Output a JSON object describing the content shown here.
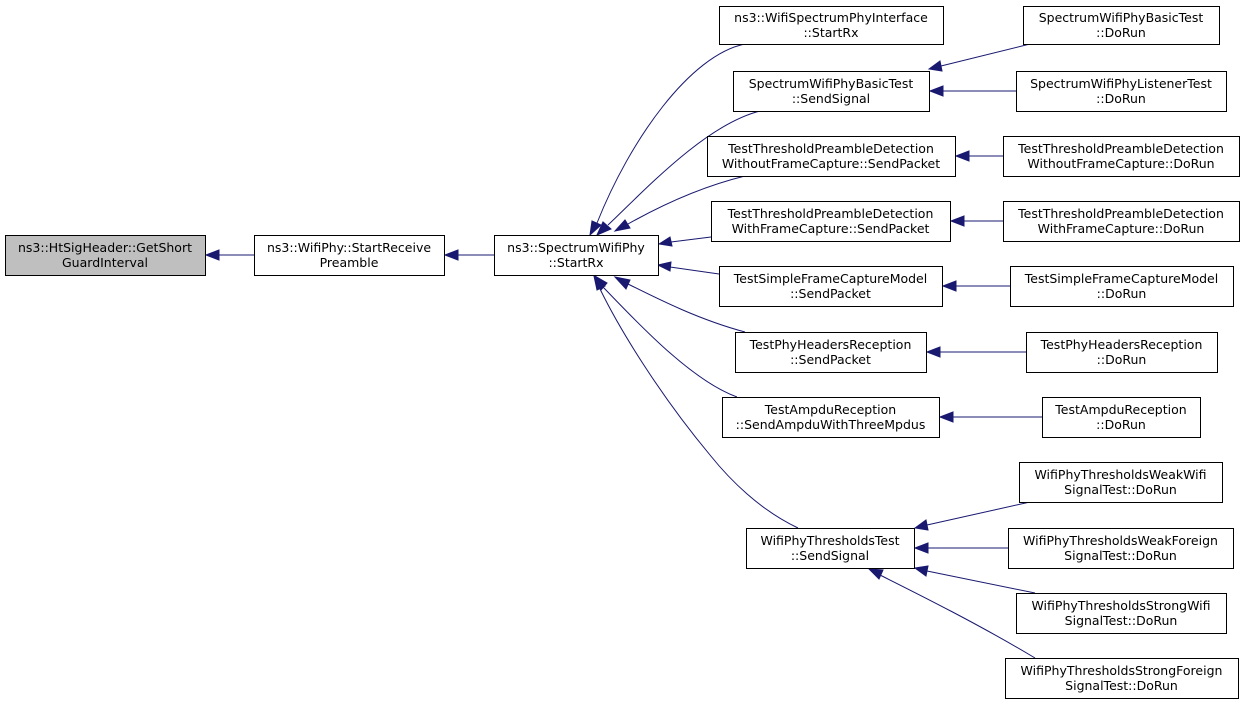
{
  "nodes": [
    {
      "id": "gethsig",
      "lines": [
        "ns3::HtSigHeader::GetShort",
        "GuardInterval"
      ],
      "root": true
    },
    {
      "id": "startrecvpreamble",
      "lines": [
        "ns3::WifiPhy::StartReceive",
        "Preamble"
      ]
    },
    {
      "id": "spectrumstartrx",
      "lines": [
        "ns3::SpectrumWifiPhy",
        "::StartRx"
      ]
    },
    {
      "id": "ifacestartrx",
      "lines": [
        "ns3::WifiSpectrumPhyInterface",
        "::StartRx"
      ]
    },
    {
      "id": "basicsendsignal",
      "lines": [
        "SpectrumWifiPhyBasicTest",
        "::SendSignal"
      ]
    },
    {
      "id": "basicdorun",
      "lines": [
        "SpectrumWifiPhyBasicTest",
        "::DoRun"
      ]
    },
    {
      "id": "listenerdorun",
      "lines": [
        "SpectrumWifiPhyListenerTest",
        "::DoRun"
      ]
    },
    {
      "id": "tpdwofcsend",
      "lines": [
        "TestThresholdPreambleDetection",
        "WithoutFrameCapture::SendPacket"
      ]
    },
    {
      "id": "tpdwofcdorun",
      "lines": [
        "TestThresholdPreambleDetection",
        "WithoutFrameCapture::DoRun"
      ]
    },
    {
      "id": "tpdwfcsend",
      "lines": [
        "TestThresholdPreambleDetection",
        "WithFrameCapture::SendPacket"
      ]
    },
    {
      "id": "tpdwfcdorun",
      "lines": [
        "TestThresholdPreambleDetection",
        "WithFrameCapture::DoRun"
      ]
    },
    {
      "id": "simplefcsend",
      "lines": [
        "TestSimpleFrameCaptureModel",
        "::SendPacket"
      ]
    },
    {
      "id": "simplefcdorun",
      "lines": [
        "TestSimpleFrameCaptureModel",
        "::DoRun"
      ]
    },
    {
      "id": "phyhdrsend",
      "lines": [
        "TestPhyHeadersReception",
        "::SendPacket"
      ]
    },
    {
      "id": "phyhdrdorun",
      "lines": [
        "TestPhyHeadersReception",
        "::DoRun"
      ]
    },
    {
      "id": "ampdusend",
      "lines": [
        "TestAmpduReception",
        "::SendAmpduWithThreeMpdus"
      ]
    },
    {
      "id": "ampdudorun",
      "lines": [
        "TestAmpduReception",
        "::DoRun"
      ]
    },
    {
      "id": "thrsendsignal",
      "lines": [
        "WifiPhyThresholdsTest",
        "::SendSignal"
      ]
    },
    {
      "id": "weakwifi",
      "lines": [
        "WifiPhyThresholdsWeakWifi",
        "SignalTest::DoRun"
      ]
    },
    {
      "id": "weakforeign",
      "lines": [
        "WifiPhyThresholdsWeakForeign",
        "SignalTest::DoRun"
      ]
    },
    {
      "id": "strongwifi",
      "lines": [
        "WifiPhyThresholdsStrongWifi",
        "SignalTest::DoRun"
      ]
    },
    {
      "id": "strongforeign",
      "lines": [
        "WifiPhyThresholdsStrongForeign",
        "SignalTest::DoRun"
      ]
    }
  ],
  "edges": [
    {
      "from": "startrecvpreamble",
      "to": "gethsig"
    },
    {
      "from": "spectrumstartrx",
      "to": "startrecvpreamble"
    },
    {
      "from": "ifacestartrx",
      "to": "spectrumstartrx"
    },
    {
      "from": "basicsendsignal",
      "to": "spectrumstartrx"
    },
    {
      "from": "tpdwofcsend",
      "to": "spectrumstartrx"
    },
    {
      "from": "tpdwfcsend",
      "to": "spectrumstartrx"
    },
    {
      "from": "simplefcsend",
      "to": "spectrumstartrx"
    },
    {
      "from": "phyhdrsend",
      "to": "spectrumstartrx"
    },
    {
      "from": "ampdusend",
      "to": "spectrumstartrx"
    },
    {
      "from": "thrsendsignal",
      "to": "spectrumstartrx"
    },
    {
      "from": "basicdorun",
      "to": "basicsendsignal"
    },
    {
      "from": "listenerdorun",
      "to": "basicsendsignal"
    },
    {
      "from": "tpdwofcdorun",
      "to": "tpdwofcsend"
    },
    {
      "from": "tpdwfcdorun",
      "to": "tpdwfcsend"
    },
    {
      "from": "simplefcdorun",
      "to": "simplefcsend"
    },
    {
      "from": "phyhdrdorun",
      "to": "phyhdrsend"
    },
    {
      "from": "ampdudorun",
      "to": "ampdusend"
    },
    {
      "from": "weakwifi",
      "to": "thrsendsignal"
    },
    {
      "from": "weakforeign",
      "to": "thrsendsignal"
    },
    {
      "from": "strongwifi",
      "to": "thrsendsignal"
    },
    {
      "from": "strongforeign",
      "to": "thrsendsignal"
    }
  ],
  "colors": {
    "edge": "#191970",
    "root_fill": "#bfbfbf",
    "node_fill": "#ffffff",
    "node_border": "#000000"
  }
}
